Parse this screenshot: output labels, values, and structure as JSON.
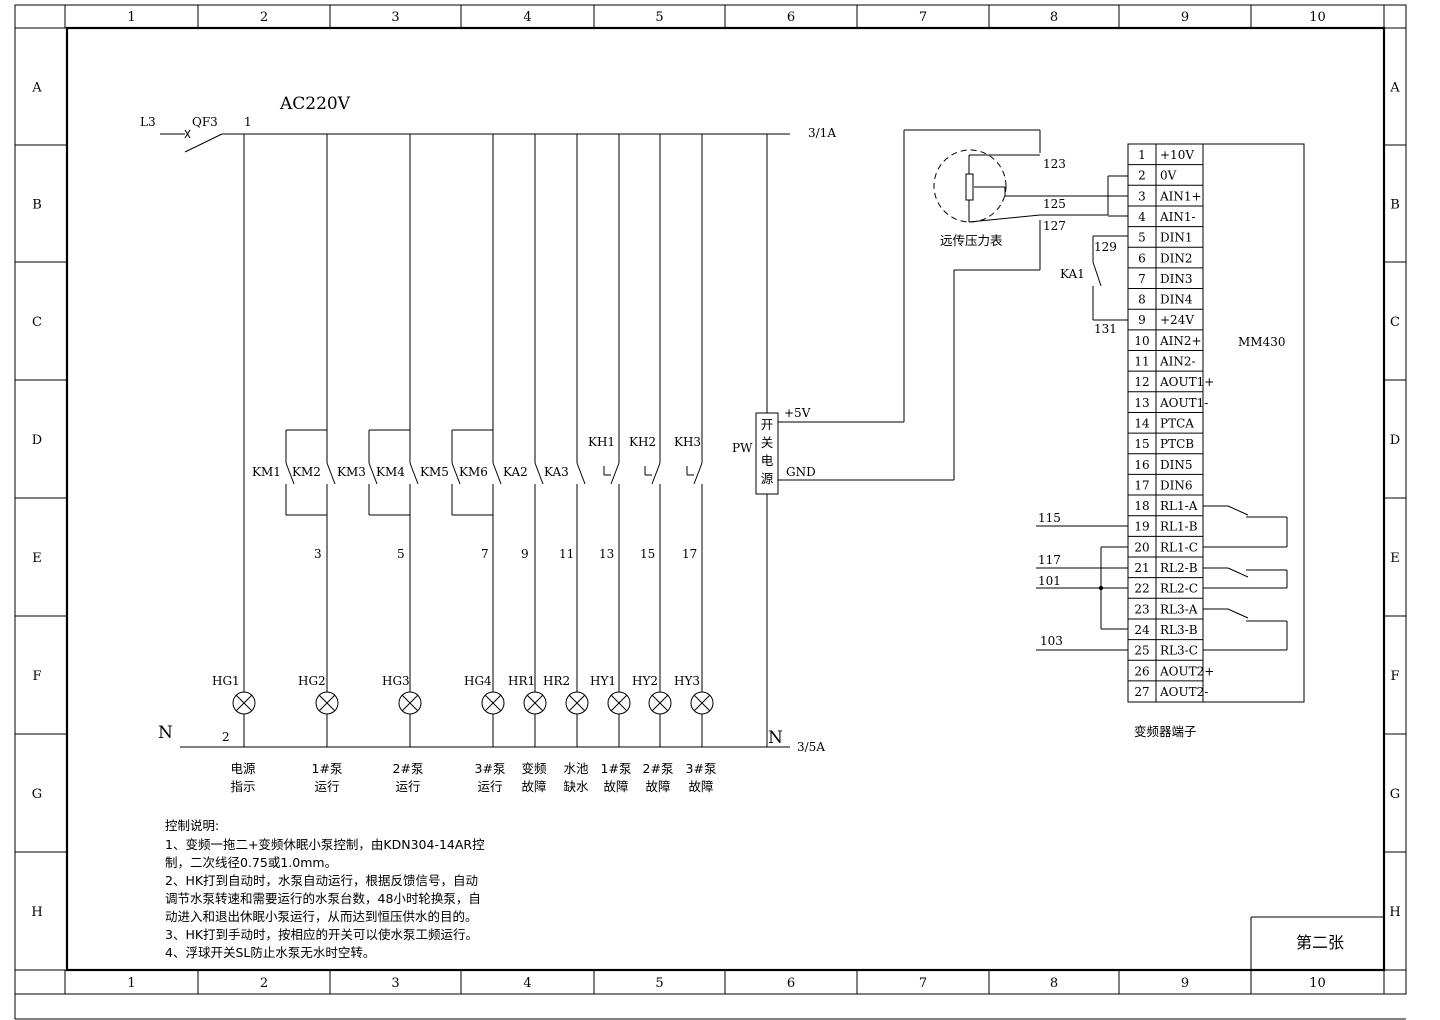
{
  "drawing": {
    "column_numbers": [
      "1",
      "2",
      "3",
      "4",
      "5",
      "6",
      "7",
      "8",
      "9",
      "10"
    ],
    "row_letters": [
      "A",
      "B",
      "C",
      "D",
      "E",
      "F",
      "G",
      "H"
    ],
    "sheet_label": "第二张"
  },
  "supply": {
    "voltage": "AC220V",
    "phase": "L3",
    "breaker": "QF3",
    "node_1": "1",
    "top_ref": "3/1A",
    "neutral_left": "N",
    "neutral_right": "N",
    "node_2": "2",
    "bottom_ref": "3/5A"
  },
  "contacts": [
    "KM1",
    "KM2",
    "KM3",
    "KM4",
    "KM5",
    "KM6",
    "KA2",
    "KA3",
    "KH1",
    "KH2",
    "KH3"
  ],
  "wire_numbers": [
    "3",
    "5",
    "7",
    "9",
    "11",
    "13",
    "15",
    "17"
  ],
  "lamps": [
    "HG1",
    "HG2",
    "HG3",
    "HG4",
    "HR1",
    "HR2",
    "HY1",
    "HY2",
    "HY3"
  ],
  "lamp_captions": [
    [
      "电源",
      "指示"
    ],
    [
      "1#泵",
      "运行"
    ],
    [
      "2#泵",
      "运行"
    ],
    [
      "3#泵",
      "运行"
    ],
    [
      "变频",
      "故障"
    ],
    [
      "水池",
      "缺水"
    ],
    [
      "1#泵",
      "故障"
    ],
    [
      "2#泵",
      "故障"
    ],
    [
      "3#泵",
      "故障"
    ]
  ],
  "power_supply": {
    "tag": "PW",
    "chars": [
      "开",
      "关",
      "电",
      "源"
    ],
    "out_pos": "+5V",
    "out_gnd": "GND"
  },
  "gauge": {
    "caption": "远传压力表",
    "term_a": "123",
    "term_b": "125",
    "term_c": "127"
  },
  "relay": {
    "tag": "KA1",
    "wire_a": "129",
    "wire_b": "131"
  },
  "vfd": {
    "model": "MM430",
    "caption": "变频器端子",
    "terminals": [
      [
        "1",
        "+10V"
      ],
      [
        "2",
        "0V"
      ],
      [
        "3",
        "AIN1+"
      ],
      [
        "4",
        "AIN1-"
      ],
      [
        "5",
        "DIN1"
      ],
      [
        "6",
        "DIN2"
      ],
      [
        "7",
        "DIN3"
      ],
      [
        "8",
        "DIN4"
      ],
      [
        "9",
        "+24V"
      ],
      [
        "10",
        "AIN2+"
      ],
      [
        "11",
        "AIN2-"
      ],
      [
        "12",
        "AOUT1+"
      ],
      [
        "13",
        "AOUT1-"
      ],
      [
        "14",
        "PTCA"
      ],
      [
        "15",
        "PTCB"
      ],
      [
        "16",
        "DIN5"
      ],
      [
        "17",
        "DIN6"
      ],
      [
        "18",
        "RL1-A"
      ],
      [
        "19",
        "RL1-B"
      ],
      [
        "20",
        "RL1-C"
      ],
      [
        "21",
        "RL2-B"
      ],
      [
        "22",
        "RL2-C"
      ],
      [
        "23",
        "RL3-A"
      ],
      [
        "24",
        "RL3-B"
      ],
      [
        "25",
        "RL3-C"
      ],
      [
        "26",
        "AOUT2+"
      ],
      [
        "27",
        "AOUT2-"
      ]
    ],
    "ext_115": "115",
    "ext_117": "117",
    "ext_101": "101",
    "ext_103": "103"
  },
  "notes": {
    "title": "控制说明:",
    "lines": [
      "1、变频一拖二+变频休眠小泵控制，由KDN304-14AR控",
      "制，二次线径0.75或1.0mm。",
      "2、HK打到自动时，水泵自动运行，根据反馈信号，自动",
      "调节水泵转速和需要运行的水泵台数，48小时轮换泵，自",
      "动进入和退出休眠小泵运行，从而达到恒压供水的目的。",
      "3、HK打到手动时，按相应的开关可以使水泵工频运行。",
      "4、浮球开关SL防止水泵无水时空转。"
    ]
  }
}
